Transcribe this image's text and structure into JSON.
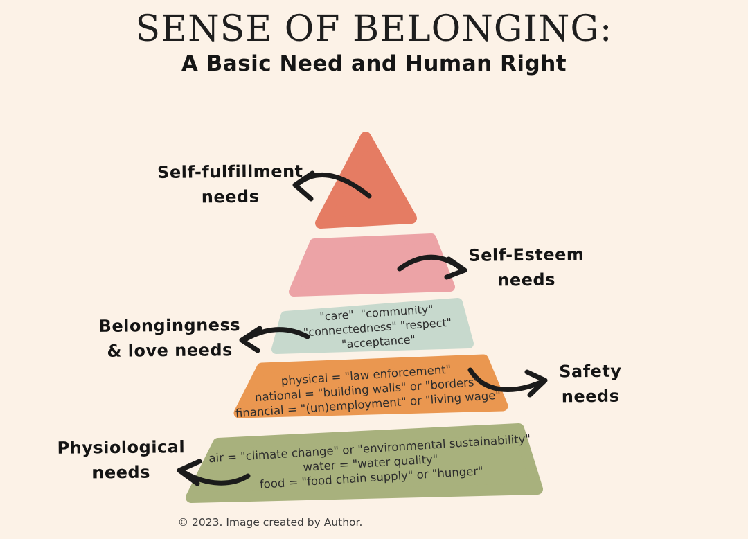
{
  "title": "SENSE OF BELONGING:",
  "subtitle": "A Basic Need and Human Right",
  "footer": "© 2023. Image created by Author.",
  "colors": {
    "background": "#fcf2e7",
    "ink": "#1b1b1b",
    "band_text": "#2d2d2d"
  },
  "pyramid": {
    "levels": [
      {
        "name": "self-fulfillment-needs",
        "label_line1": "Self-fulfillment",
        "label_line2": "needs",
        "label_side": "left",
        "color": "#e57c63",
        "lines": []
      },
      {
        "name": "self-esteem-needs",
        "label_line1": "Self-Esteem",
        "label_line2": "needs",
        "label_side": "right",
        "color": "#eca3a6",
        "lines": []
      },
      {
        "name": "belongingness-love-needs",
        "label_line1": "Belongingness",
        "label_line2": "& love needs",
        "label_side": "left",
        "color": "#c7d9cd",
        "lines": [
          "\"care\"  \"community\"",
          "\"connectedness\" \"respect\"",
          "\"acceptance\""
        ]
      },
      {
        "name": "safety-needs",
        "label_line1": "Safety",
        "label_line2": "needs",
        "label_side": "right",
        "color": "#ea9750",
        "lines": [
          "physical = \"law enforcement\"",
          "national = \"building walls\" or \"borders\"",
          "financial = \"(un)employment\" or \"living wage\""
        ]
      },
      {
        "name": "physiological-needs",
        "label_line1": "Physiological",
        "label_line2": "needs",
        "label_side": "left",
        "color": "#a8b17d",
        "lines": [
          "air = \"climate change\" or \"environmental sustainability\"",
          "water = \"water quality\"",
          "food = \"food chain supply\" or \"hunger\""
        ]
      }
    ]
  }
}
